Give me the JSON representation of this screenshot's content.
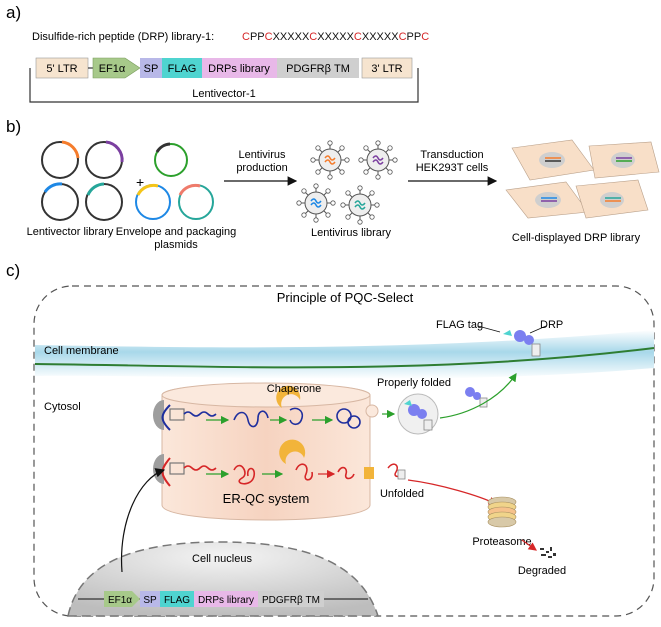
{
  "panels": {
    "a": "a)",
    "b": "b)",
    "c": "c)"
  },
  "panel_a": {
    "library_title": "Disulfide-rich peptide (DRP) library-1:",
    "sequence": [
      {
        "t": "C",
        "red": true
      },
      {
        "t": "PP",
        "red": false
      },
      {
        "t": "C",
        "red": true
      },
      {
        "t": "XXXXX",
        "red": false
      },
      {
        "t": "C",
        "red": true
      },
      {
        "t": "XXXXX",
        "red": false
      },
      {
        "t": "C",
        "red": true
      },
      {
        "t": "XXXXX",
        "red": false
      },
      {
        "t": "C",
        "red": true
      },
      {
        "t": "PP",
        "red": false
      },
      {
        "t": "C",
        "red": true
      }
    ],
    "ltr5": "5' LTR",
    "ef1a": "EF1α",
    "sp": "SP",
    "flag": "FLAG",
    "drps": "DRPs library",
    "pdgfr": "PDGFRβ TM",
    "ltr3": "3' LTR",
    "vector_name": "Lentivector-1"
  },
  "panel_b": {
    "lentivector_library": "Lentivector library",
    "plus": "+",
    "envelope_line1": "Envelope and packaging",
    "envelope_line2": "plasmids",
    "production_line1": "Lentivirus",
    "production_line2": "production",
    "lentivirus_library": "Lentivirus library",
    "transduction_line1": "Transduction",
    "transduction_line2": "HEK293T cells",
    "cell_displayed": "Cell-displayed DRP library"
  },
  "panel_c": {
    "principle": "Principle of PQC-Select",
    "cell_membrane": "Cell membrane",
    "cytosol": "Cytosol",
    "chaperone": "Chaperone",
    "properly_folded": "Properly folded",
    "flag_tag": "FLAG tag",
    "drp": "DRP",
    "er_qc": "ER-QC system",
    "unfolded": "Unfolded",
    "proteasome": "Proteasome",
    "degraded": "Degraded",
    "cell_nucleus": "Cell nucleus",
    "ef1a": "EF1α",
    "sp": "SP",
    "flag": "FLAG",
    "drps": "DRPs library",
    "pdgfr": "PDGFRβ TM"
  },
  "colors": {
    "ef1a": "#a7c98a",
    "sp": "#b8b8e8",
    "flag": "#4fd4d0",
    "drps": "#e8b8e8",
    "pdgfr": "#cfcfcf",
    "ltr": "#f6e4cf",
    "cys_red": "#d62728",
    "membrane": "#a8d8ea",
    "chaperone": "#f2b43a",
    "er_fill": "#f7d9c7",
    "folded_blue": "#1f2f9e",
    "unfolded_red": "#d62728",
    "arrow_green": "#2ca02c"
  }
}
